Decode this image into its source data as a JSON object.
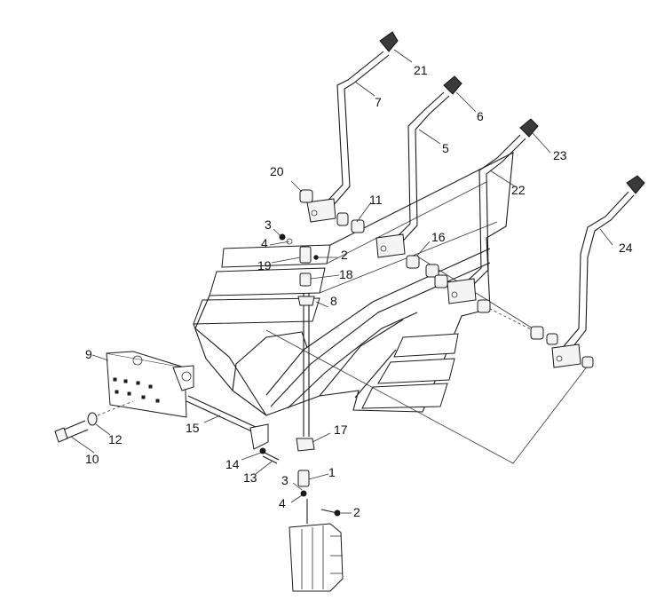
{
  "callouts": {
    "c1": "1",
    "c2a": "2",
    "c2b": "2",
    "c3a": "3",
    "c3b": "3",
    "c4a": "4",
    "c4b": "4",
    "c5": "5",
    "c6": "6",
    "c7": "7",
    "c8": "8",
    "c9": "9",
    "c10": "10",
    "c11": "11",
    "c12": "12",
    "c13": "13",
    "c14": "14",
    "c15": "15",
    "c16": "16",
    "c17": "17",
    "c18": "18",
    "c19": "19",
    "c20": "20",
    "c21": "21",
    "c22": "22",
    "c23": "23",
    "c24": "24"
  }
}
